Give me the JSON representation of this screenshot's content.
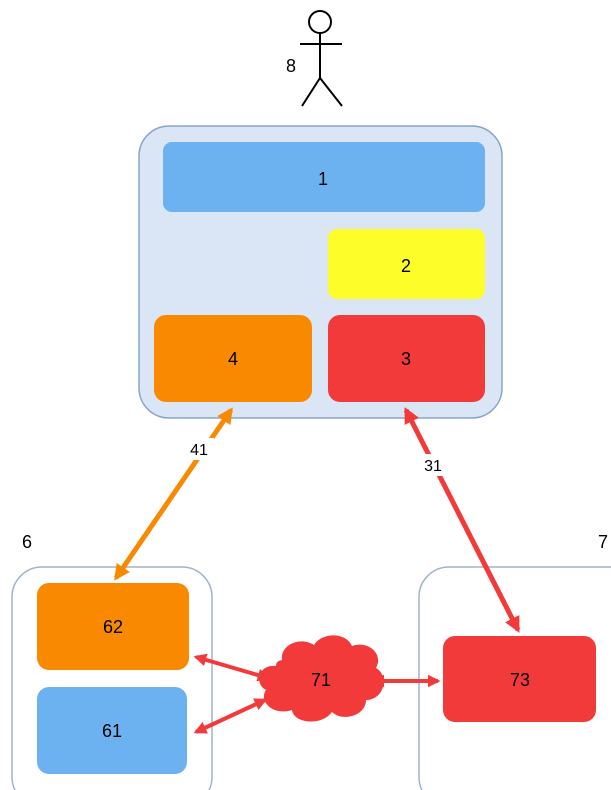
{
  "actor": {
    "label": "8"
  },
  "containers": {
    "main": {
      "color": "#dae6f6",
      "border": "#8aa5cc"
    },
    "left": {
      "label": "6",
      "color": "#ffffff",
      "border": "#9fb3cc"
    },
    "right": {
      "label": "7",
      "color": "#ffffff",
      "border": "#9fb3cc"
    }
  },
  "boxes": {
    "b1": {
      "label": "1",
      "color": "#6cb2f1"
    },
    "b2": {
      "label": "2",
      "color": "#fdfd2a"
    },
    "b3": {
      "label": "3",
      "color": "#f23a3a"
    },
    "b4": {
      "label": "4",
      "color": "#f98900"
    },
    "b62": {
      "label": "62",
      "color": "#f98900"
    },
    "b61": {
      "label": "61",
      "color": "#6cb2f1"
    },
    "b73": {
      "label": "73",
      "color": "#f23a3a"
    }
  },
  "cloud": {
    "label": "71",
    "color": "#f23a3a"
  },
  "connectors": {
    "c41": {
      "label": "41",
      "color": "#f98900"
    },
    "c31": {
      "label": "31",
      "color": "#f23a3a"
    },
    "c62_71": {
      "label": "",
      "color": "#f23a3a"
    },
    "c61_71": {
      "label": "",
      "color": "#f23a3a"
    },
    "c71_73": {
      "label": "",
      "color": "#f23a3a"
    }
  }
}
